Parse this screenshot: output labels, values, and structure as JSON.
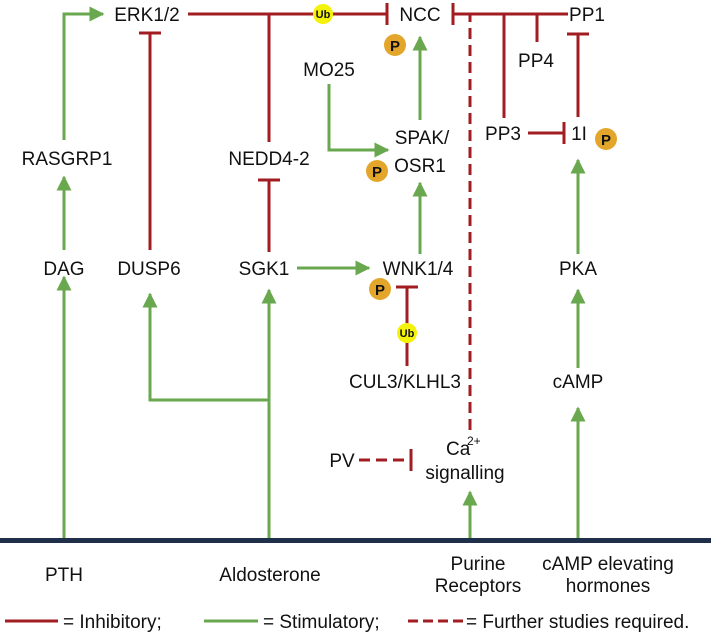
{
  "colors": {
    "inhibitory": "#a11d21",
    "stimulatory": "#6aa84f",
    "phospho_badge": "#e4a62a",
    "ub_badge": "#f4f20a",
    "membrane": "#1f2f4a"
  },
  "nodes": {
    "erk": "ERK1/2",
    "ncc": "NCC",
    "pp1": "PP1",
    "pp4": "PP4",
    "mo25": "MO25",
    "spak": "SPAK/",
    "osr1": "OSR1",
    "pp3": "PP3",
    "i1": "1I",
    "rasgrp1": "RASGRP1",
    "nedd42": "NEDD4-2",
    "dag": "DAG",
    "dusp6": "DUSP6",
    "sgk1": "SGK1",
    "wnk": "WNK1/4",
    "pka": "PKA",
    "cul3": "CUL3/KLHL3",
    "camp": "cAMP",
    "pv": "PV",
    "ca": "Ca",
    "ca_sup": "2+",
    "signalling": "signalling"
  },
  "inputs": {
    "pth": "PTH",
    "aldosterone": "Aldosterone",
    "purine1": "Purine",
    "purine2": "Receptors",
    "camp_horm1": "cAMP elevating",
    "camp_horm2": "hormones"
  },
  "badges": {
    "phospho": "P",
    "ubiquitin": "Ub"
  },
  "legend": {
    "inhibitory": "= Inhibitory;",
    "stimulatory": "= Stimulatory;",
    "further": "= Further studies required."
  }
}
